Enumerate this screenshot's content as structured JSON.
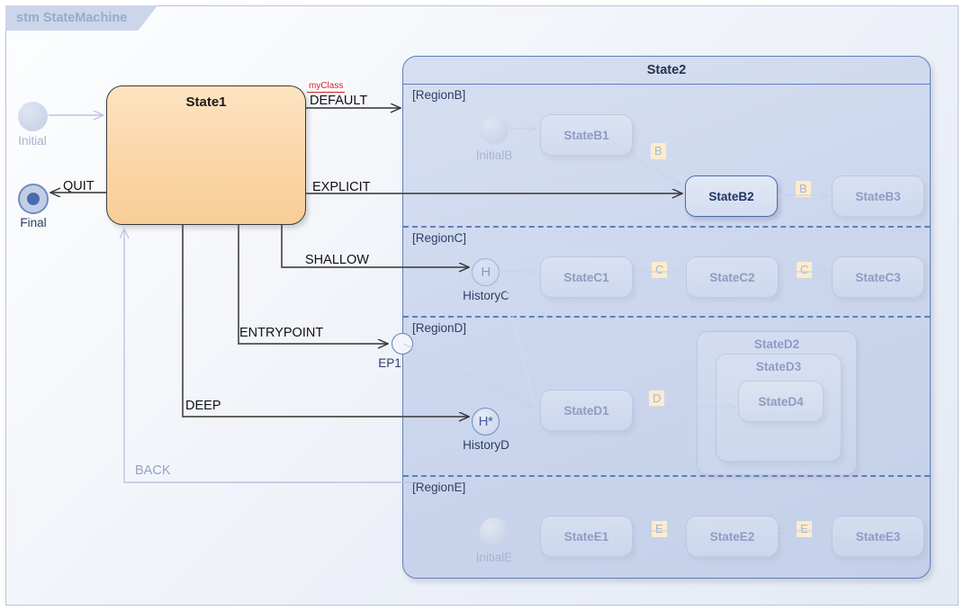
{
  "frame": {
    "tab_label": "stm StateMachine"
  },
  "nodes": {
    "initial": {
      "label": "Initial"
    },
    "final": {
      "label": "Final"
    },
    "state1": {
      "label": "State1"
    },
    "state2": {
      "label": "State2"
    },
    "ep1": {
      "label": "EP1"
    },
    "historyC": {
      "label": "HistoryC",
      "glyph": "H"
    },
    "historyD": {
      "label": "HistoryD",
      "glyph": "H*"
    },
    "initialB": {
      "label": "InitialB"
    },
    "initialE": {
      "label": "InitialE"
    }
  },
  "regions": [
    {
      "key": "B",
      "label": "[RegionB]"
    },
    {
      "key": "C",
      "label": "[RegionC]"
    },
    {
      "key": "D",
      "label": "[RegionD]"
    },
    {
      "key": "E",
      "label": "[RegionE]"
    }
  ],
  "substates": {
    "b1": "StateB1",
    "b2": "StateB2",
    "b3": "StateB3",
    "c1": "StateC1",
    "c2": "StateC2",
    "c3": "StateC3",
    "d1": "StateD1",
    "d2": "StateD2",
    "d3": "StateD3",
    "d4": "StateD4",
    "e1": "StateE1",
    "e2": "StateE2",
    "e3": "StateE3"
  },
  "transitions": {
    "stereotype": "myClass",
    "default": "DEFAULT",
    "explicit": "EXPLICIT",
    "shallow": "SHALLOW",
    "entrypoint": "ENTRYPOINT",
    "deep": "DEEP",
    "quit": "QUIT",
    "back": "BACK"
  },
  "event_badges": {
    "b_1": "B",
    "b_2": "B",
    "c_1": "C",
    "c_2": "C",
    "d_1": "D",
    "e_1": "E",
    "e_2": "E"
  },
  "colors": {
    "frame_border": "#b9c4de",
    "tab_bg": "#ccd6ea",
    "state1_fill": "#fbd7a9",
    "state2_fill": "#ccd7ee",
    "state2_border": "#5f7fbb",
    "active_border": "#4a6bb0",
    "badge_bg": "#fdeccc",
    "stereotype_color": "#cc2222",
    "faded_text": "#8e9cc2",
    "edge_solid": "#4d4d4d",
    "edge_faded": "#c3cde2"
  }
}
